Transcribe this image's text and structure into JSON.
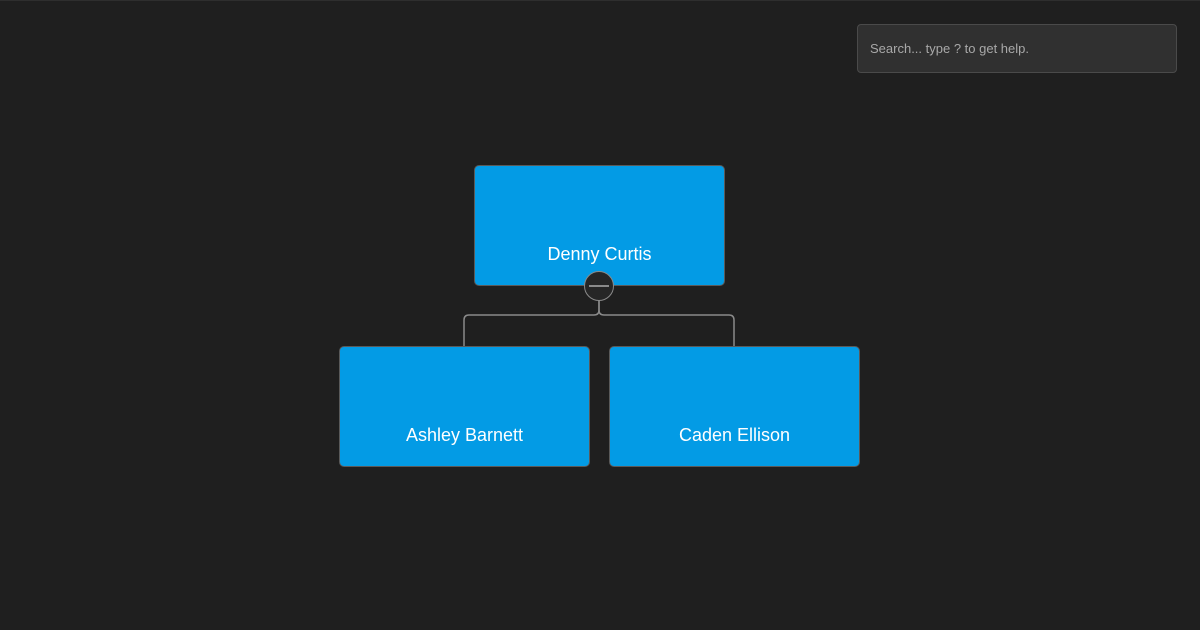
{
  "search": {
    "placeholder": "Search... type ? to get help.",
    "value": ""
  },
  "chart": {
    "root": {
      "name": "Denny Curtis",
      "color": "#039be5",
      "expanded": true,
      "toggle_icon": "minus-icon",
      "children": [
        {
          "name": "Ashley Barnett",
          "color": "#039be5"
        },
        {
          "name": "Caden Ellison",
          "color": "#039be5"
        }
      ]
    }
  },
  "theme": {
    "background": "#1f1f1f",
    "node_color": "#039be5",
    "link_color": "#8a8a8a"
  }
}
